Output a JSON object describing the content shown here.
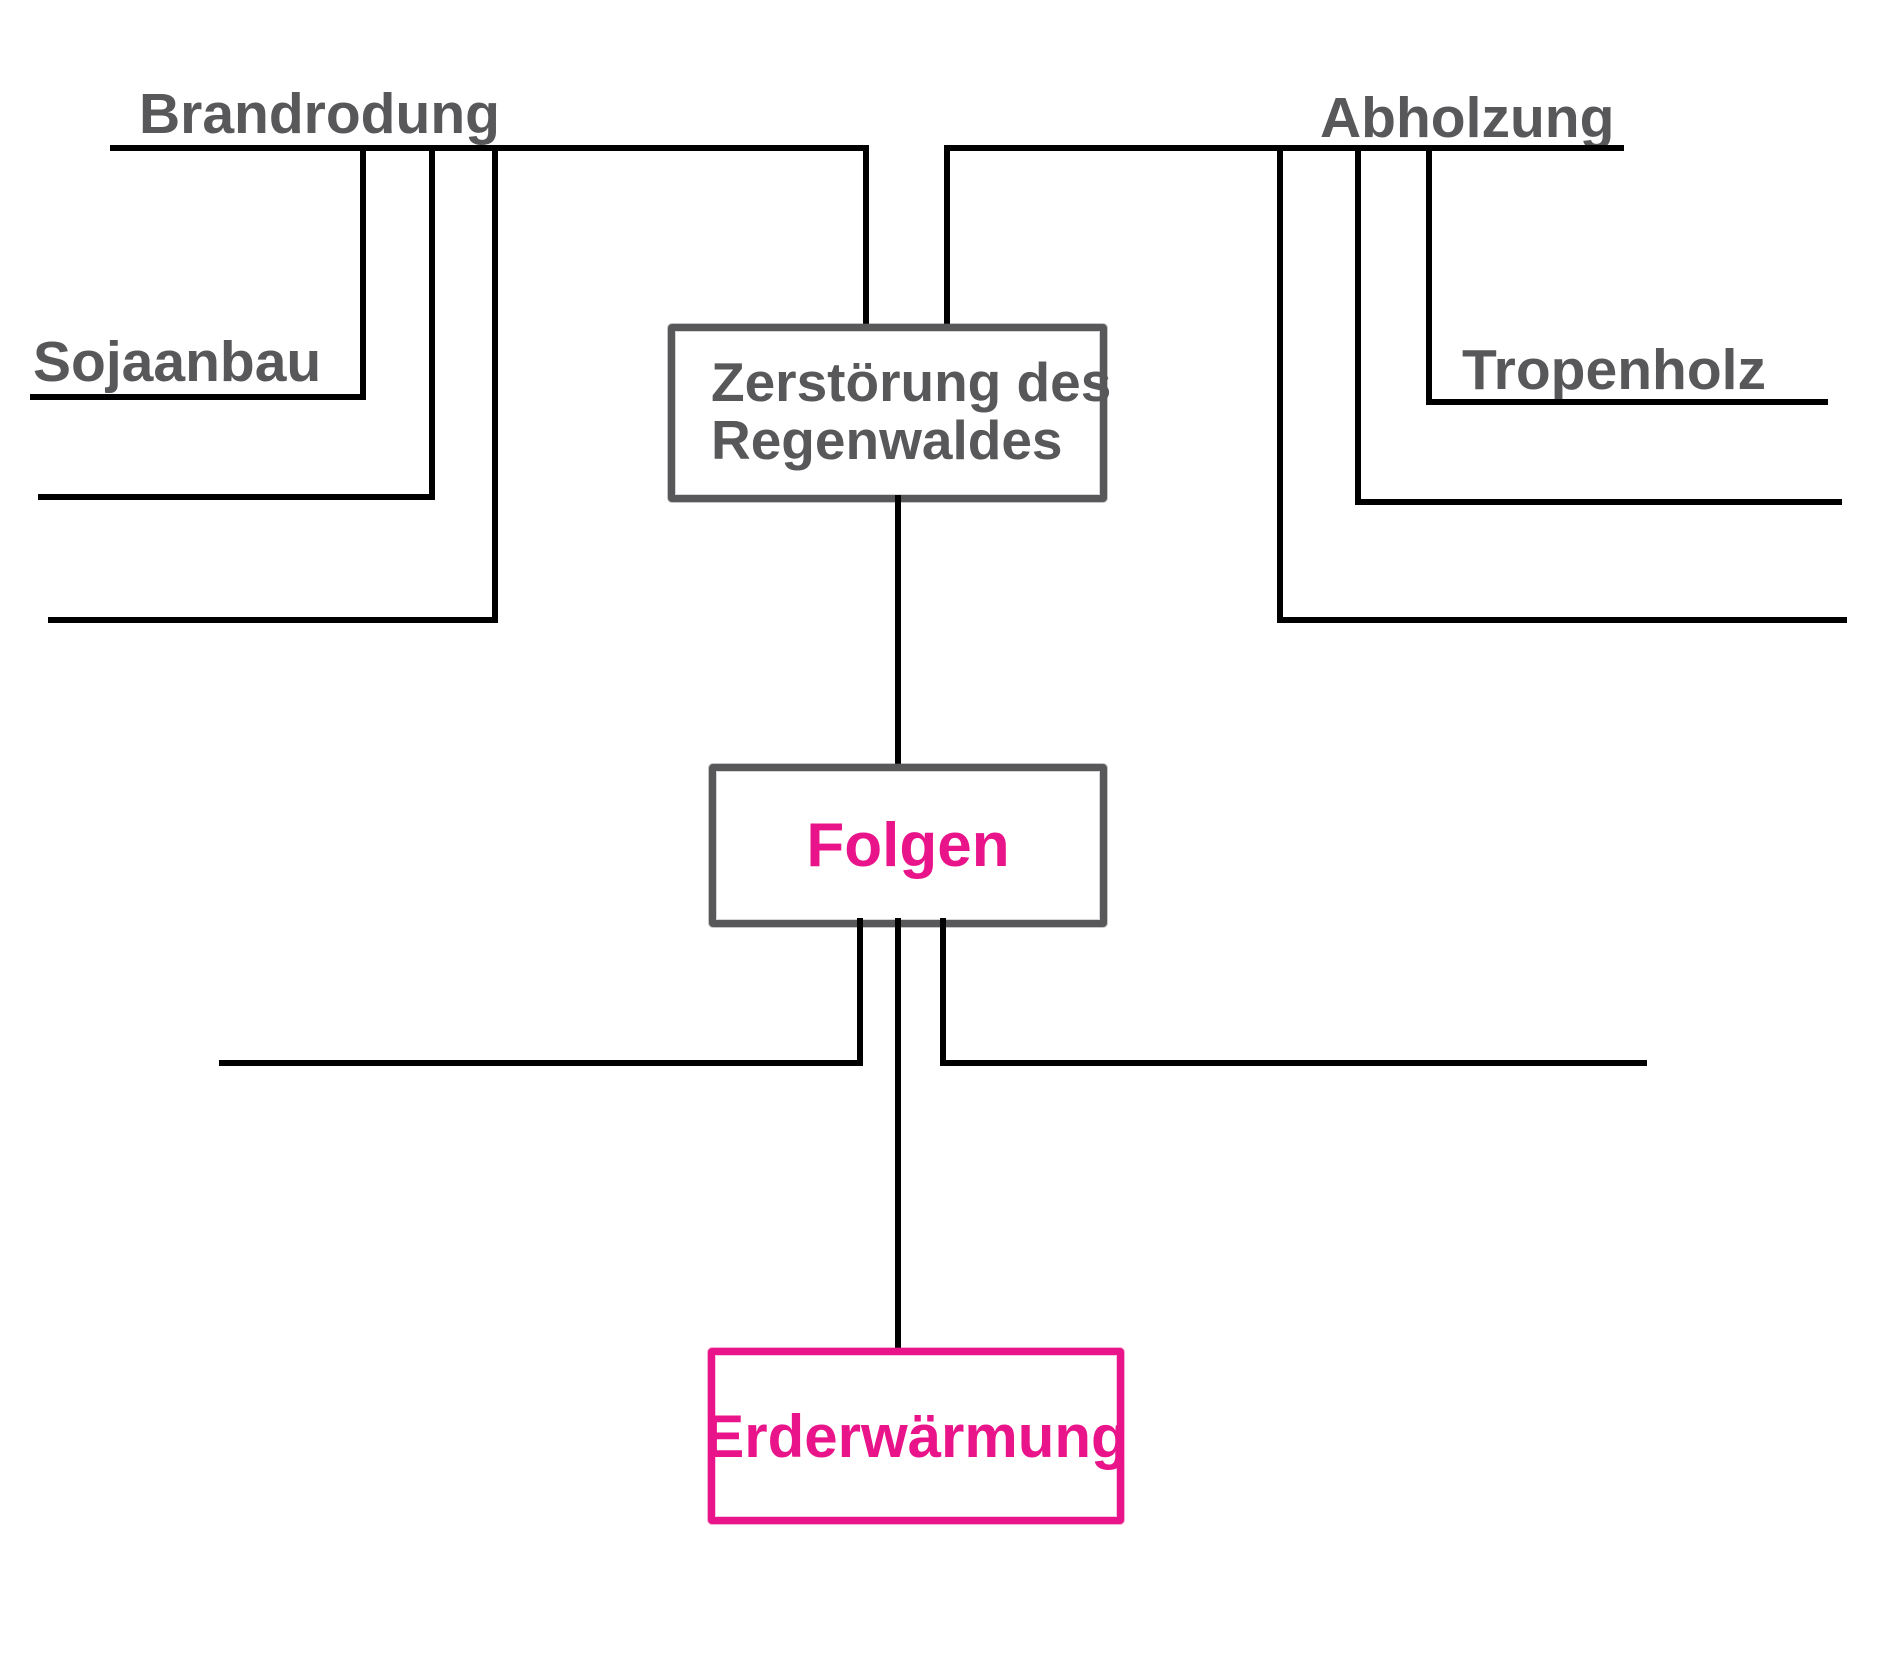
{
  "diagram": {
    "labels": {
      "brandrodung": "Brandrodung",
      "sojaanbau": "Sojaanbau",
      "abholzung": "Abholzung",
      "tropenholz": "Tropenholz"
    },
    "boxes": {
      "destruction": {
        "line1": "Zerstörung des",
        "line2": "Regenwaldes"
      },
      "consequences": {
        "label": "Folgen"
      },
      "warming": {
        "label": "Erderwärmung"
      }
    },
    "colors": {
      "label_gray": "#58585a",
      "accent_pink": "#e9138a",
      "line_black": "#000000",
      "background": "#ffffff"
    }
  }
}
